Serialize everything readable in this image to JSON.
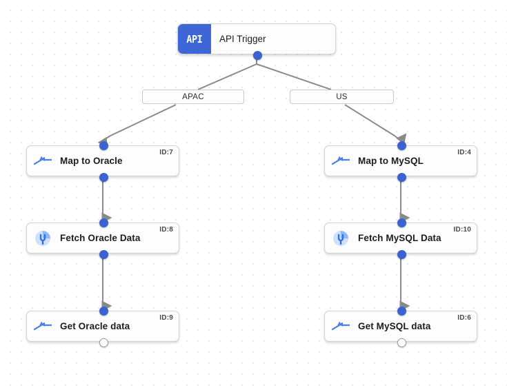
{
  "canvas": {
    "background_color": "#ffffff",
    "grid_dot_color": "#e3e3e3",
    "accent_blue": "#3d67d6",
    "port_blue": "#3b62cf",
    "edge_gray": "#8a8a8a"
  },
  "trigger": {
    "badge_text": "API",
    "title": "API Trigger",
    "icon": "api-badge-icon"
  },
  "branches": [
    {
      "label": "APAC"
    },
    {
      "label": "US"
    }
  ],
  "nodes": [
    {
      "label": "Map to Oracle",
      "id_label": "ID:7",
      "icon": "merge-arrows-icon",
      "column": "left",
      "row": 1
    },
    {
      "label": "Fetch Oracle Data",
      "id_label": "ID:8",
      "icon": "database-plug-icon",
      "column": "left",
      "row": 2
    },
    {
      "label": "Get Oracle data",
      "id_label": "ID:9",
      "icon": "merge-arrows-icon",
      "column": "left",
      "row": 3
    },
    {
      "label": "Map to MySQL",
      "id_label": "ID:4",
      "icon": "merge-arrows-icon",
      "column": "right",
      "row": 1
    },
    {
      "label": "Fetch MySQL Data",
      "id_label": "ID:10",
      "icon": "database-plug-icon",
      "column": "right",
      "row": 2
    },
    {
      "label": "Get MySQL data",
      "id_label": "ID:6",
      "icon": "merge-arrows-icon",
      "column": "right",
      "row": 3
    }
  ]
}
